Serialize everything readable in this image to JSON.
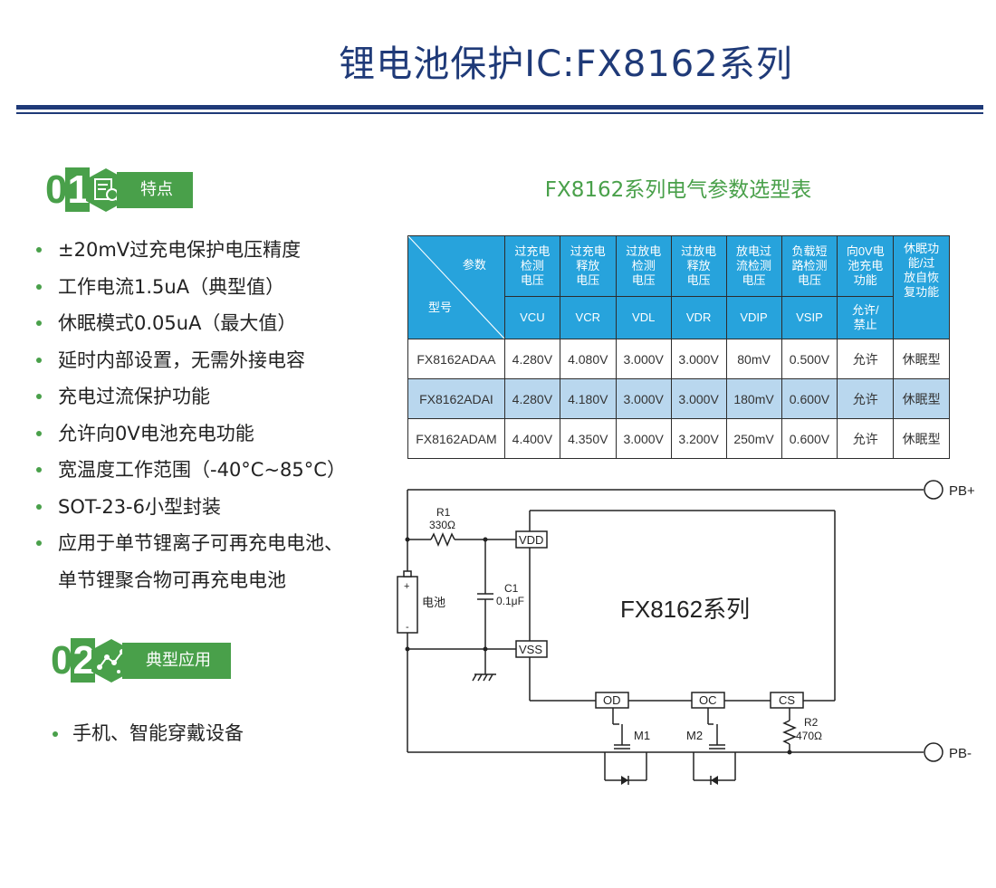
{
  "title": "锂电池保护IC:FX8162系列",
  "section1": {
    "num_a": "0",
    "num_b": "1",
    "label": "特点"
  },
  "features": [
    "±20mV过充电保护电压精度",
    "工作电流1.5uA（典型值）",
    "休眠模式0.05uA（最大值）",
    "延时内部设置，无需外接电容",
    "充电过流保护功能",
    "允许向0V电池充电功能",
    "宽温度工作范围（-40°C~85°C）",
    "SOT-23-6小型封装",
    "应用于单节锂离子可再充电电池、",
    "单节锂聚合物可再充电电池"
  ],
  "section2": {
    "num_a": "0",
    "num_b": "2",
    "label": "典型应用"
  },
  "applications": [
    "手机、智能穿戴设备"
  ],
  "table": {
    "title": "FX8162系列电气参数选型表",
    "corner_param": "参数",
    "corner_model": "型号",
    "headers": [
      {
        "name": "过充电\n检测\n电压",
        "symbol": "VCU"
      },
      {
        "name": "过充电\n释放\n电压",
        "symbol": "VCR"
      },
      {
        "name": "过放电\n检测\n电压",
        "symbol": "VDL"
      },
      {
        "name": "过放电\n释放\n电压",
        "symbol": "VDR"
      },
      {
        "name": "放电过\n流检测\n电压",
        "symbol": "VDIP"
      },
      {
        "name": "负载短\n路检测\n电压",
        "symbol": "VSIP"
      },
      {
        "name": "向0V电\n池充电\n功能",
        "symbol": "允许/\n禁止"
      },
      {
        "name": "休眠功\n能/过\n放自恢\n复功能",
        "symbol": ""
      }
    ],
    "rows": [
      [
        "FX8162ADAA",
        "4.280V",
        "4.080V",
        "3.000V",
        "3.000V",
        "80mV",
        "0.500V",
        "允许",
        "休眠型"
      ],
      [
        "FX8162ADAI",
        "4.280V",
        "4.180V",
        "3.000V",
        "3.000V",
        "180mV",
        "0.600V",
        "允许",
        "休眠型"
      ],
      [
        "FX8162ADAM",
        "4.400V",
        "4.350V",
        "3.000V",
        "3.200V",
        "250mV",
        "0.600V",
        "允许",
        "休眠型"
      ]
    ]
  },
  "circuit": {
    "chip_label": "FX8162系列",
    "pb_plus": "PB+",
    "pb_minus": "PB-",
    "r1_name": "R1",
    "r1_value": "330Ω",
    "c1_name": "C1",
    "c1_value": "0.1μF",
    "r2_name": "R2",
    "r2_value": "470Ω",
    "battery_label": "电池",
    "battery_plus": "+",
    "battery_minus": "-",
    "pin_vdd": "VDD",
    "pin_vss": "VSS",
    "pin_od": "OD",
    "pin_oc": "OC",
    "pin_cs": "CS",
    "m1": "M1",
    "m2": "M2"
  },
  "colors": {
    "navy": "#1f3a78",
    "green": "#49a04a",
    "table_header": "#27a3dc",
    "row_alt": "#b9d7ee"
  }
}
